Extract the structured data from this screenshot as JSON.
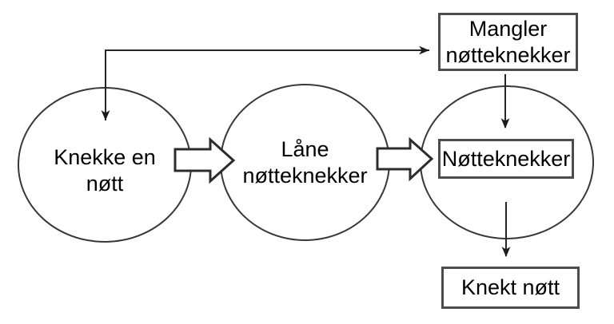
{
  "colors": {
    "background": "#ffffff",
    "circle_border": "#383838",
    "box_border": "#4c4c4c",
    "arrow_line": "#262626",
    "shape_fill": "#ffffff",
    "text": "#000000"
  },
  "nodes": {
    "circle_knekke": {
      "line1": "Knekke en",
      "line2": "nøtt"
    },
    "circle_lane": {
      "line1": "Låne",
      "line2": "nøtteknekker"
    },
    "box_mangler": {
      "line1": "Mangler",
      "line2": "nøtteknekker"
    },
    "box_notteknekker": {
      "label": "Nøtteknekker"
    },
    "box_knekt_nott": {
      "label": "Knekt nøtt"
    }
  },
  "edges": [
    {
      "from": "circle_knekke",
      "to": "box_mangler",
      "type": "elbow-line",
      "arrowheads": "both-ends"
    },
    {
      "from": "circle_knekke",
      "to": "circle_lane",
      "type": "block-arrow"
    },
    {
      "from": "circle_lane",
      "to": "box_notteknekker",
      "type": "block-arrow"
    },
    {
      "from": "box_mangler",
      "to": "box_notteknekker",
      "type": "straight-line",
      "arrowheads": "end"
    },
    {
      "from": "box_notteknekker",
      "to": "box_knekt_nott",
      "type": "straight-line",
      "arrowheads": "end"
    }
  ]
}
